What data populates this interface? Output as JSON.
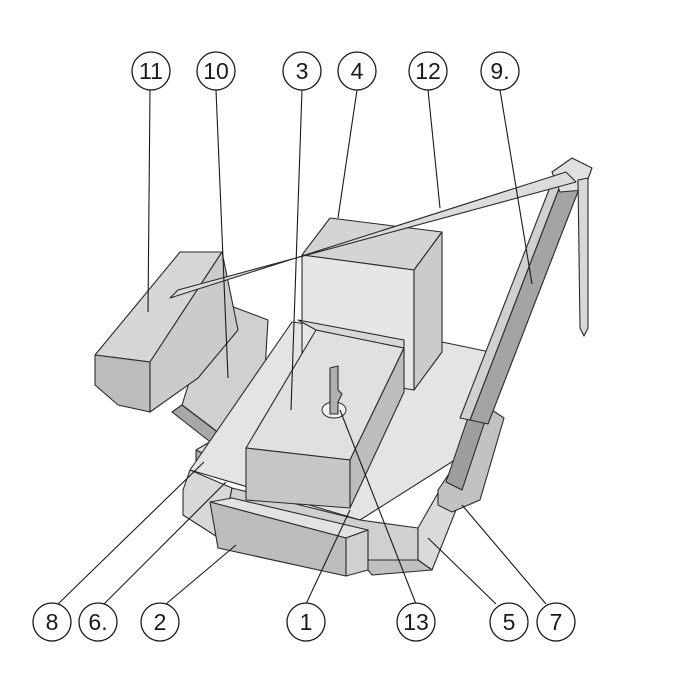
{
  "callouts": {
    "c11": "11",
    "c10": "10",
    "c3": "3",
    "c4": "4",
    "c12": "12",
    "c9": "9.",
    "c8": "8",
    "c6": "6.",
    "c2": "2",
    "c1": "1",
    "c13": "13",
    "c5": "5",
    "c7": "7"
  },
  "colors": {
    "face_light": "#e8e8e8",
    "face_mid": "#d2d2d2",
    "face_dark": "#b4b4b4",
    "face_darker": "#9c9c9c",
    "line": "#1a1a1a"
  }
}
